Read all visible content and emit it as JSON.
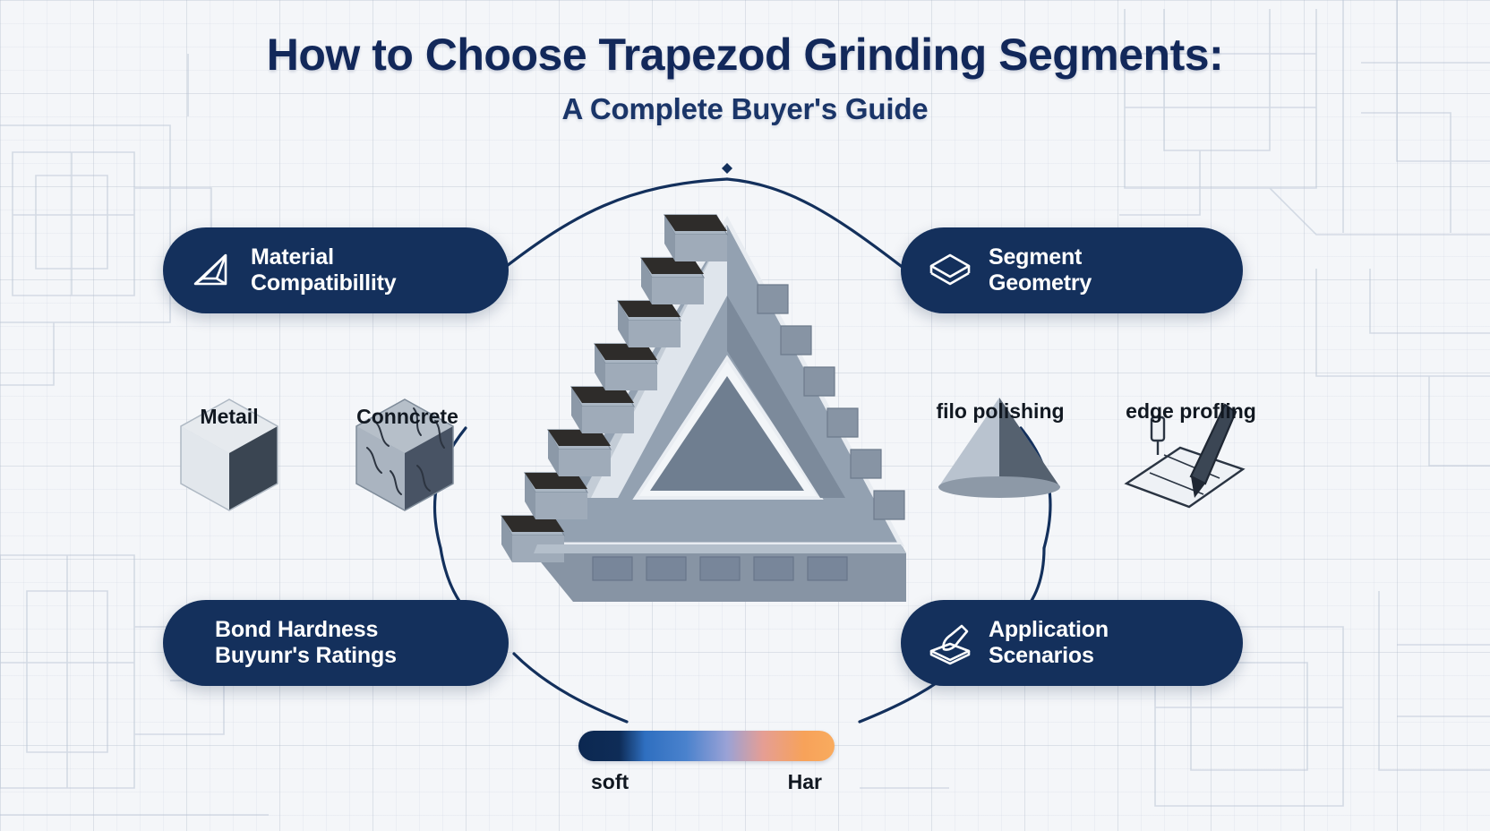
{
  "header": {
    "title": "How to Choose Trapezod Grinding Segments:",
    "subtitle": "A Complete Buyer's Guide"
  },
  "theme": {
    "background": "#f4f6f9",
    "pill_navy": "#14305c",
    "title_navy": "#12285a",
    "accent_orange": "#f7a25a",
    "accent_blue": "#2f6fc0"
  },
  "pills": [
    {
      "id": "material-compatibility",
      "label": "Material\nCompatibillity",
      "icon": "wedge-block-icon",
      "position": "top-left"
    },
    {
      "id": "segment-geometry",
      "label": "Segment\nGeometry",
      "icon": "stacked-plates-icon",
      "position": "top-right"
    },
    {
      "id": "bond-hardness",
      "label": "Bond Hardness\nBuyunr's Ratings",
      "icon": "none",
      "position": "bottom-left"
    },
    {
      "id": "application-scenarios",
      "label": "Application\nScenarios",
      "icon": "hand-grinder-icon",
      "position": "bottom-right"
    }
  ],
  "material_samples": [
    {
      "id": "metal",
      "label": "Metail",
      "icon": "metal-cube-icon"
    },
    {
      "id": "concrete",
      "label": "Conncrete",
      "icon": "concrete-cube-icon"
    }
  ],
  "application_samples": [
    {
      "id": "floor-polishing",
      "label": "filo polishing",
      "icon": "polishing-cone-icon"
    },
    {
      "id": "edge-profiling",
      "label": "edge profling",
      "icon": "edge-tool-icon"
    }
  ],
  "hardness_scale": {
    "left_label": "soft",
    "right_label": "Har",
    "gradient_from": "#0c2851",
    "gradient_to": "#f9ab5e"
  },
  "center_graphic": {
    "name": "trapezoid-grinding-segment-triangle",
    "description": "isometric triangular grinding segment with toothed edges"
  }
}
